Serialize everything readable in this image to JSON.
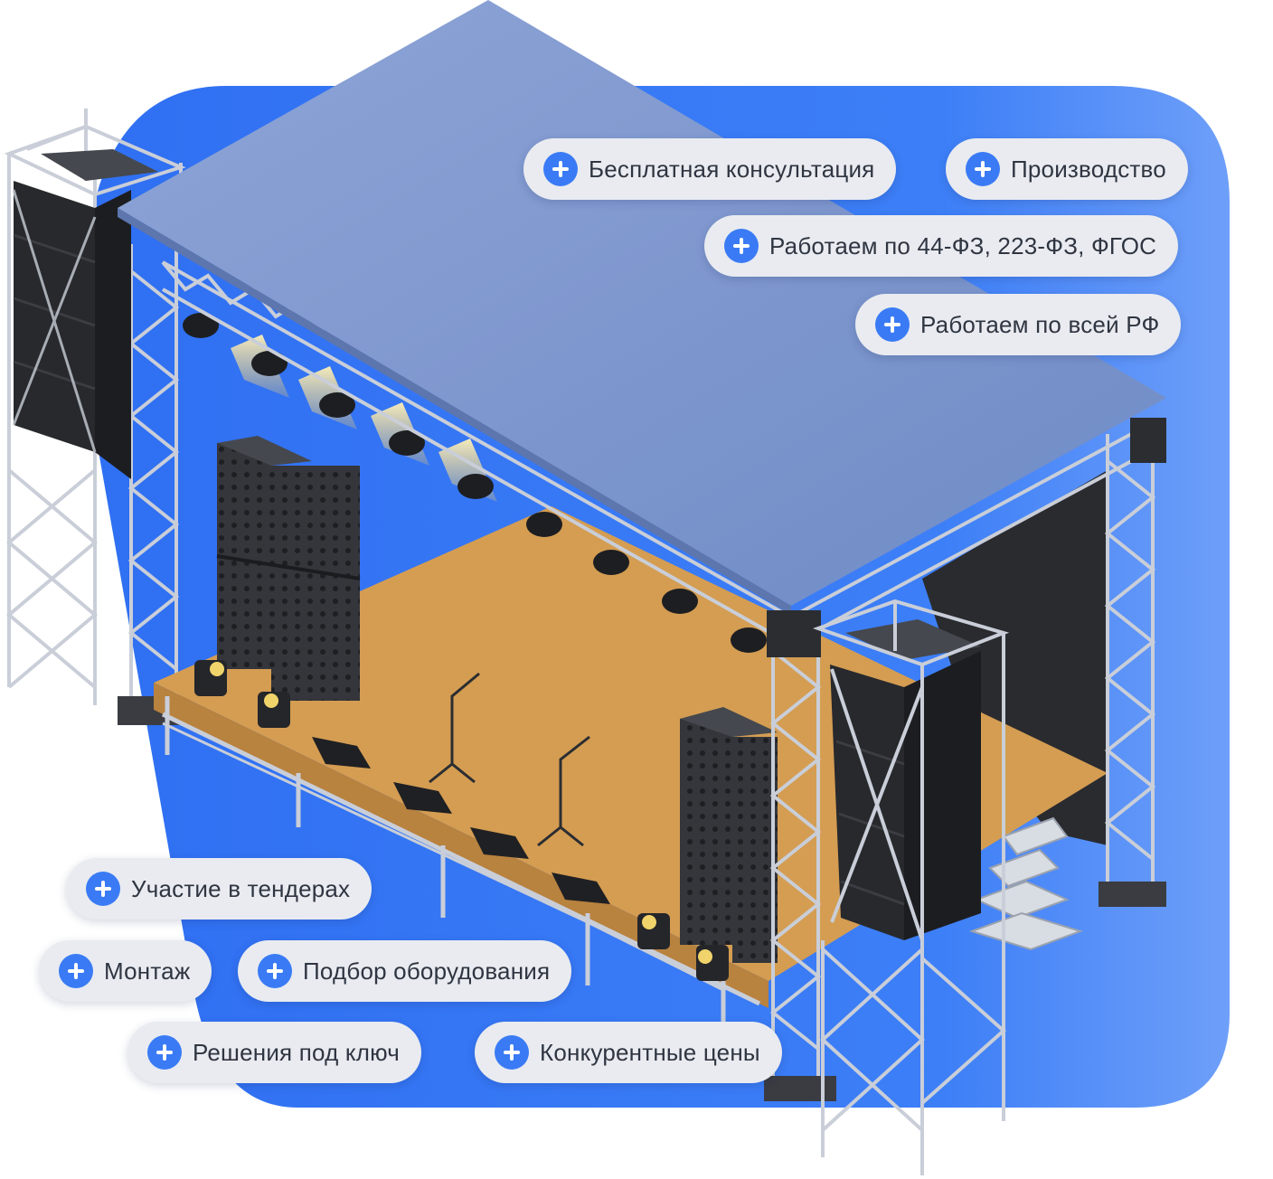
{
  "scene": {
    "icon": "stage-illustration",
    "colors": {
      "background_blob": "#3a7bf5",
      "roof": "#7f98cc",
      "floor": "#d29a4e",
      "truss": "#c9ced8",
      "speaker": "#2b2d31",
      "backdrop": "#2a2b2f",
      "light_beam": "#f2dc8e"
    }
  },
  "features": {
    "consultation": "Бесплатная консультация",
    "production": "Производство",
    "laws": "Работаем по 44-ФЗ, 223-ФЗ, ФГОС",
    "geography": "Работаем по всей РФ",
    "tenders": "Участие в тендерах",
    "mounting": "Монтаж",
    "equipment": "Подбор оборудования",
    "turnkey": "Решения под ключ",
    "prices": "Конкурентные цены"
  },
  "accent_color": "#3a7bf5"
}
